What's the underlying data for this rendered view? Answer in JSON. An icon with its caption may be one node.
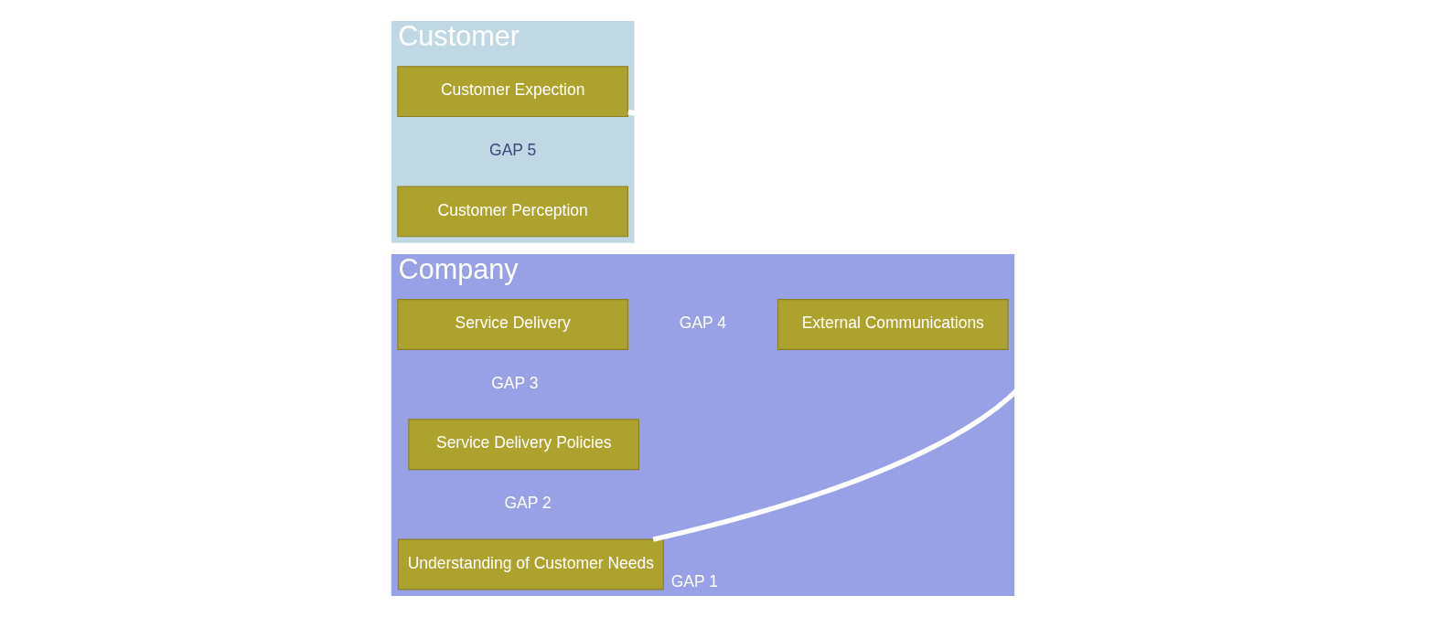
{
  "diagram": {
    "nodes": [
      {
        "text": [
          "Customer"
        ]
      },
      {
        "text": [
          "Customer Expection"
        ],
        "in": 0
      },
      {
        "text": [
          "Customer Perception"
        ],
        "in": 0
      },
      {
        "text": [
          "Company"
        ]
      },
      {
        "text": [
          "Service Delivery"
        ],
        "in": 3
      },
      {
        "text": [
          "Service Delivery Policies"
        ],
        "in": 3
      },
      {
        "text": [
          "Understanding of Customer Needs"
        ],
        "in": 3
      },
      {
        "text": [
          "External Communications"
        ],
        "in": 3
      }
    ],
    "edges": [
      {
        "from": 1,
        "to": 6,
        "arrow": "none",
        "label": "GAP 1",
        "color": "#ffffff"
      }
    ],
    "labels": [
      "GAP 5",
      "GAP 4",
      "GAP 3",
      "GAP 2"
    ]
  }
}
